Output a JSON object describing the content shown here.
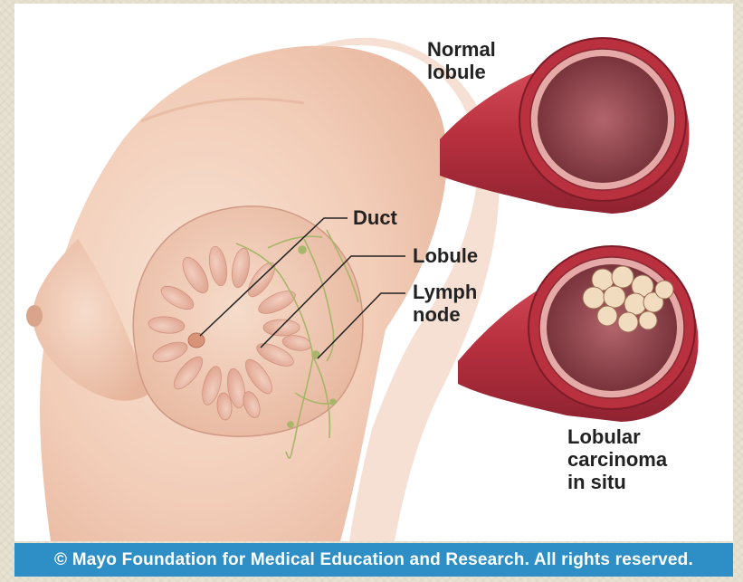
{
  "labels": {
    "normal_lobule": "Normal\nlobule",
    "duct": "Duct",
    "lobule": "Lobule",
    "lymph_node": "Lymph\nnode",
    "lobular_carcinoma": "Lobular\ncarcinoma\nin situ"
  },
  "footer": {
    "copyright": "© Mayo Foundation for Medical Education and Research.  All rights reserved."
  },
  "colors": {
    "skin": "#f3d2bf",
    "skin_shadow": "#e3b29a",
    "lobule_tissue": "#c73a4a",
    "vessel_green": "#a8b56a",
    "footer_bar": "#2e8fc6"
  }
}
